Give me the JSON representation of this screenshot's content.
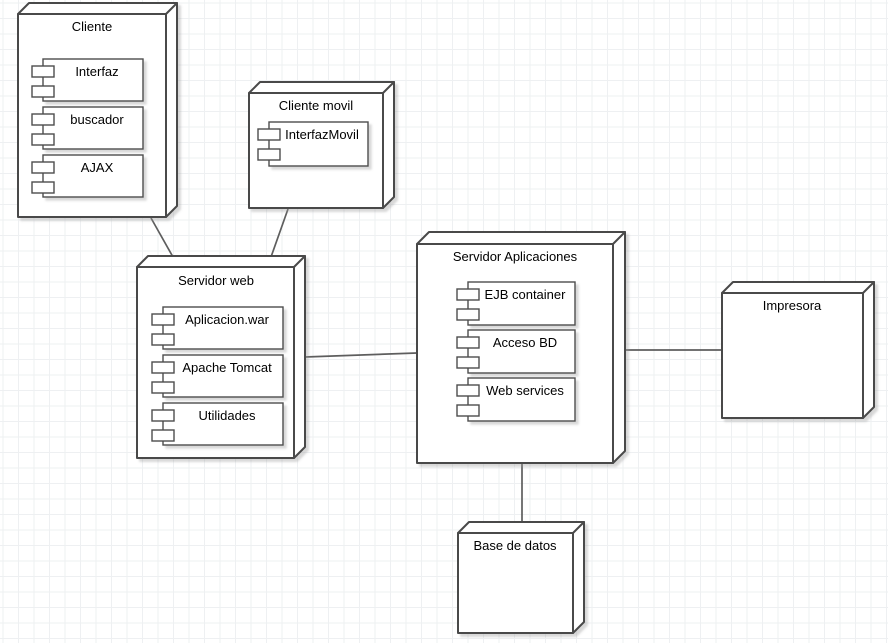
{
  "canvas": {
    "background": "#ffffff",
    "grid_color": "#eef0f2"
  },
  "diagram": {
    "kind": "UML deployment diagram",
    "nodes": [
      {
        "label": "Cliente",
        "components": [
          "Interfaz",
          "buscador",
          "AJAX"
        ]
      },
      {
        "label": "Cliente movil",
        "components": [
          "InterfazMovil"
        ]
      },
      {
        "label": "Servidor web",
        "components": [
          "Aplicacion.war",
          "Apache Tomcat",
          "Utilidades"
        ]
      },
      {
        "label": "Servidor Aplicaciones",
        "components": [
          "EJB container",
          "Acceso BD",
          "Web services"
        ]
      },
      {
        "label": "Impresora",
        "components": []
      },
      {
        "label": "Base de datos",
        "components": []
      }
    ],
    "connections": [
      {
        "from": "Cliente",
        "to": "Servidor web"
      },
      {
        "from": "Cliente movil",
        "to": "Servidor web"
      },
      {
        "from": "Servidor web",
        "to": "Servidor Aplicaciones"
      },
      {
        "from": "Servidor Aplicaciones",
        "to": "Impresora"
      },
      {
        "from": "Servidor Aplicaciones",
        "to": "Base de datos"
      }
    ],
    "colors": {
      "shape_fill": "#ffffff",
      "shape_stroke": "#4a4a4a",
      "connector": "#5e5e5e",
      "text": "#000000"
    }
  }
}
